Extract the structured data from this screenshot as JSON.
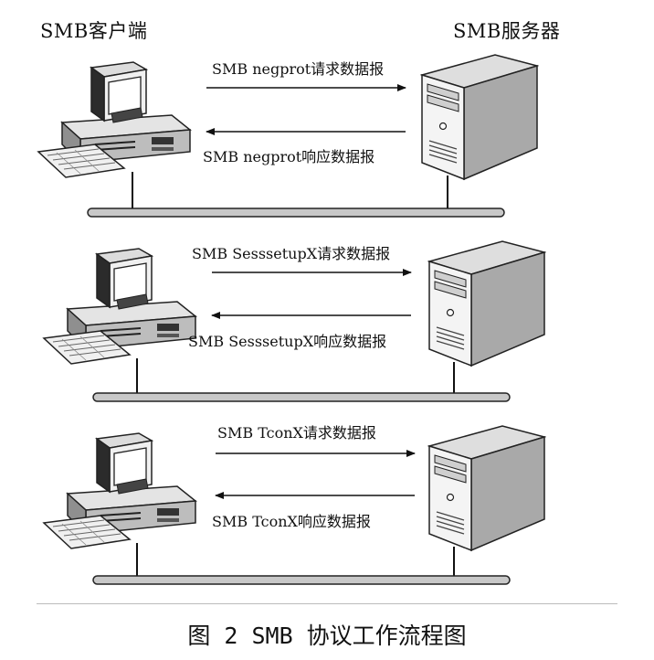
{
  "header": {
    "client": "SMB客户端",
    "server": "SMB服务器"
  },
  "exchanges": [
    {
      "request": "SMB negprot请求数据报",
      "response": "SMB negprot响应数据报"
    },
    {
      "request": "SMB SesssetupX请求数据报",
      "response": "SMB SesssetupX响应数据报"
    },
    {
      "request": "SMB TconX请求数据报",
      "response": "SMB TconX响应数据报"
    }
  ],
  "caption": "图 2  SMB 协议工作流程图"
}
